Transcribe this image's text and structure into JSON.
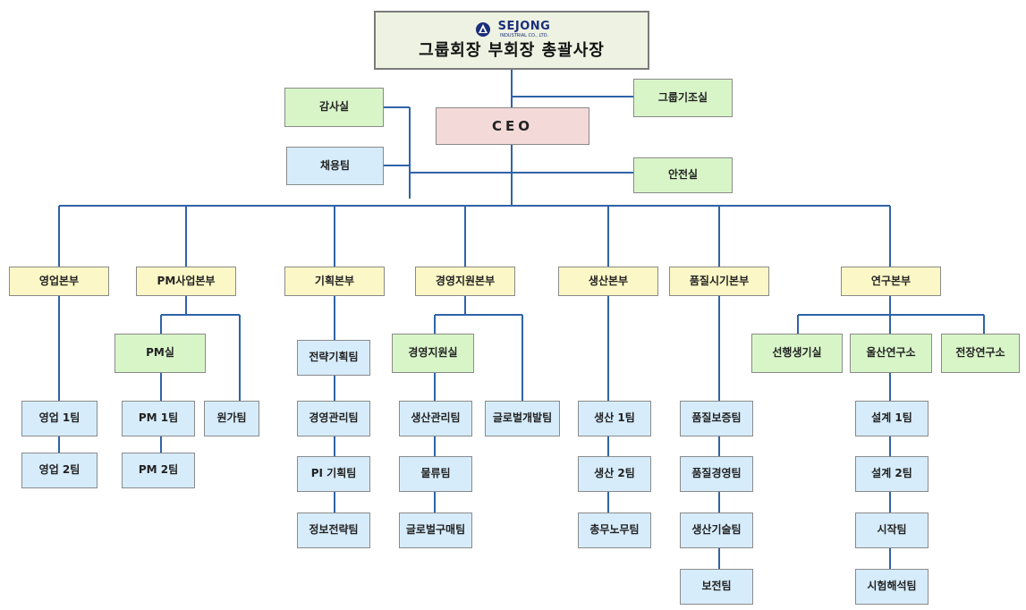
{
  "header": {
    "brand": "SEJONG",
    "brand_sub": "INDUSTRIAL CO., LTD.",
    "title": "그룹회장 부회장 총괄사장"
  },
  "colors": {
    "line": "#2f63a8",
    "top_bg": "#eef2e2",
    "ceo_bg": "#f3d9d8",
    "staff_bg": "#d8f5c8",
    "team_bg": "#d6ecfb",
    "division_bg": "#fbf7c6"
  },
  "logo_icon": "sejong-logo-icon",
  "staff": {
    "audit": "감사실",
    "group_plan": "그룹기조실",
    "ceo": "CEO",
    "hr_team": "채용팀",
    "safety": "안전실"
  },
  "divisions": {
    "sales": "영업본부",
    "pm": "PM사업본부",
    "planning": "기획본부",
    "management_support": "경영지원본부",
    "production": "생산본부",
    "quality": "품질시기본부",
    "research": "연구본부"
  },
  "sub_units": {
    "pm_office": "PM실",
    "management_support_office": "경영지원실",
    "advanced_dev": "선행생기실",
    "ulsan_lab": "울산연구소",
    "jeonjang_lab": "전장연구소"
  },
  "teams": {
    "sales_1": "영업 1팀",
    "sales_2": "영업 2팀",
    "pm_1": "PM 1팀",
    "pm_2": "PM 2팀",
    "cost": "원가팀",
    "strategy_planning": "전략기획팀",
    "management_control": "경영관리팀",
    "pi_planning": "PI 기획팀",
    "info_strategy": "정보전략팀",
    "production_control": "생산관리팀",
    "logistics": "물류팀",
    "global_purchasing": "글로벌구매팀",
    "global_dev": "글로벌개발팀",
    "production_1": "생산 1팀",
    "production_2": "생산 2팀",
    "general_affairs": "총무노무팀",
    "quality_assurance": "품질보증팀",
    "quality_management": "품질경영팀",
    "production_tech": "생산기술팀",
    "maintenance": "보전팀",
    "design_1": "설계 1팀",
    "design_2": "설계 2팀",
    "prototype": "시작팀",
    "test_analysis": "시험해석팀"
  }
}
